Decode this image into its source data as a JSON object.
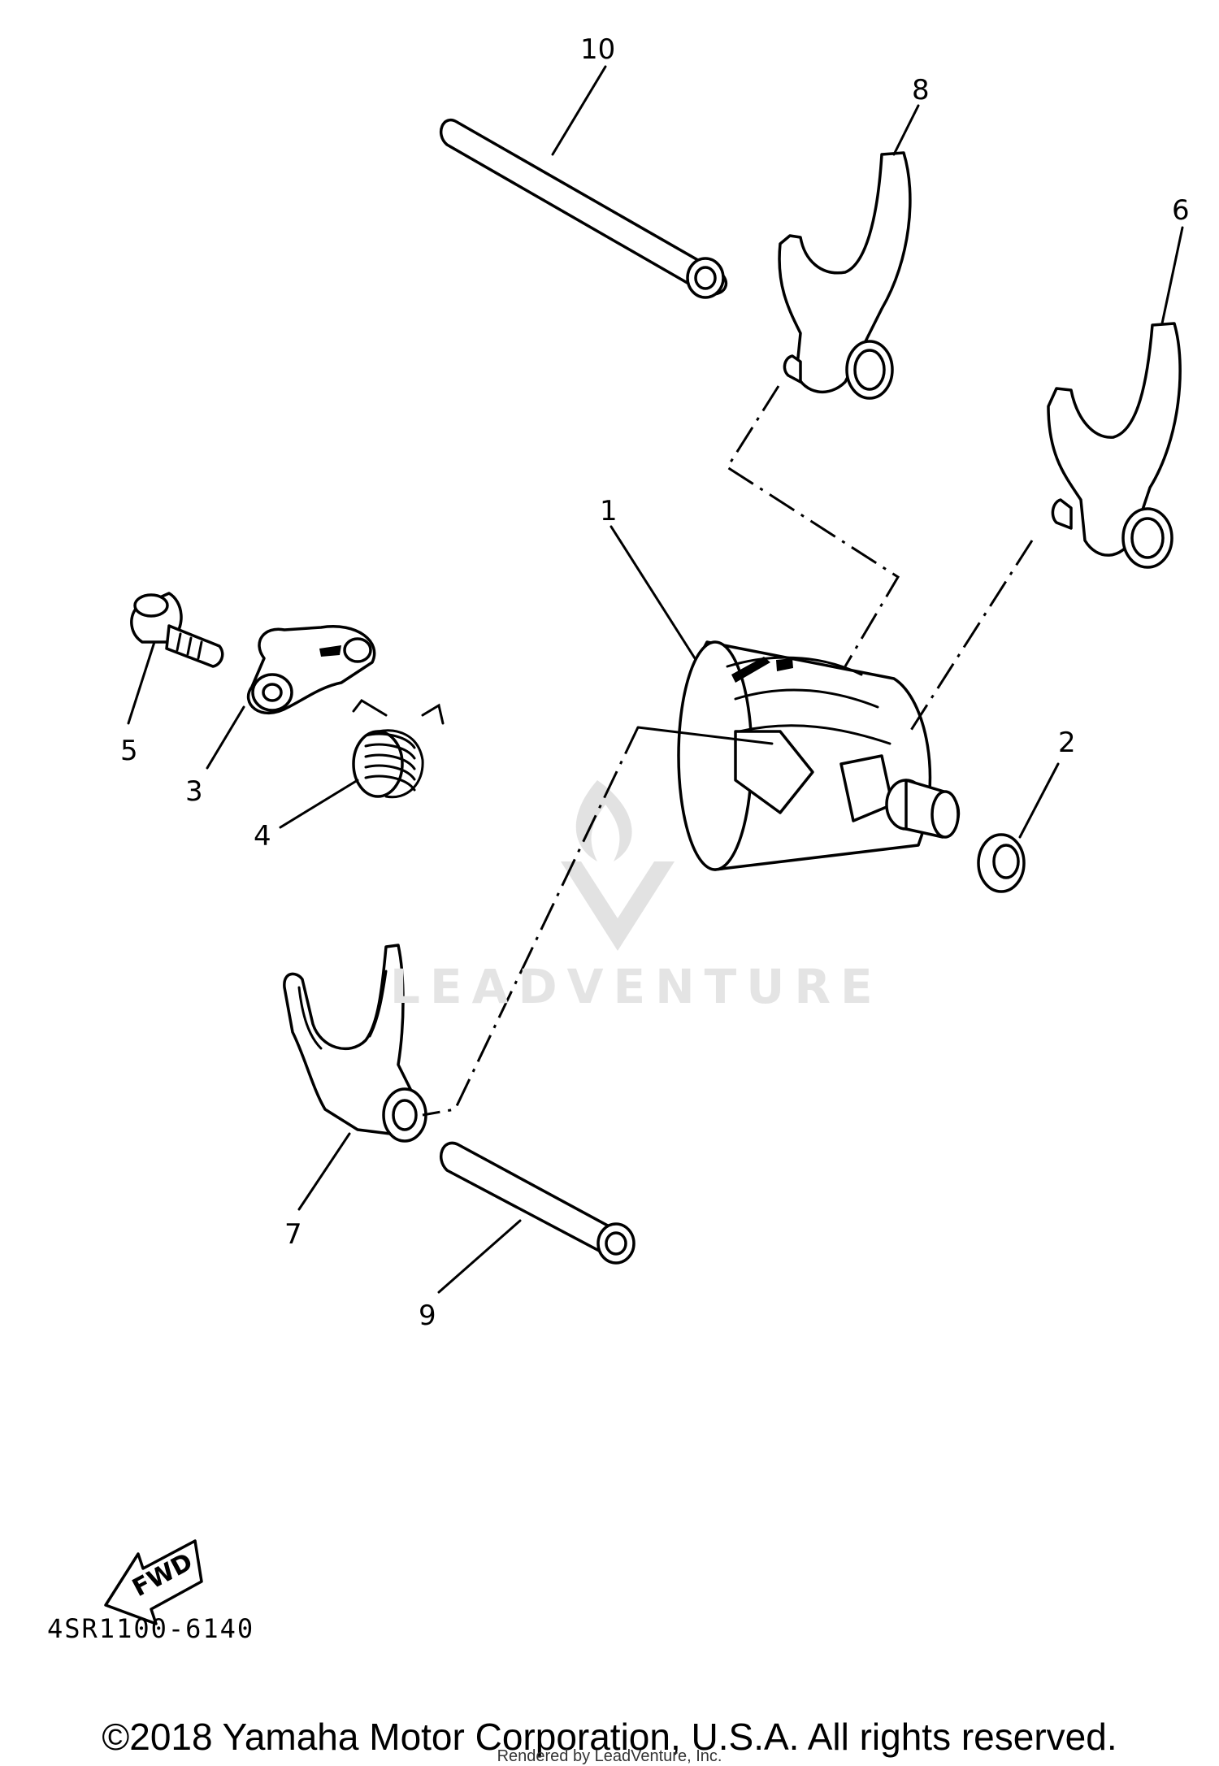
{
  "callouts": {
    "c1": "1",
    "c2": "2",
    "c3": "3",
    "c4": "4",
    "c5": "5",
    "c6": "6",
    "c7": "7",
    "c8": "8",
    "c9": "9",
    "c10": "10"
  },
  "fwd_label": "FWD",
  "diagram_code": "4SR1100-6140",
  "watermark": "LEADVENTURE",
  "copyright": "©2018 Yamaha Motor Corporation, U.S.A. All rights reserved.",
  "rendered_by": "Rendered by LeadVenture, Inc."
}
